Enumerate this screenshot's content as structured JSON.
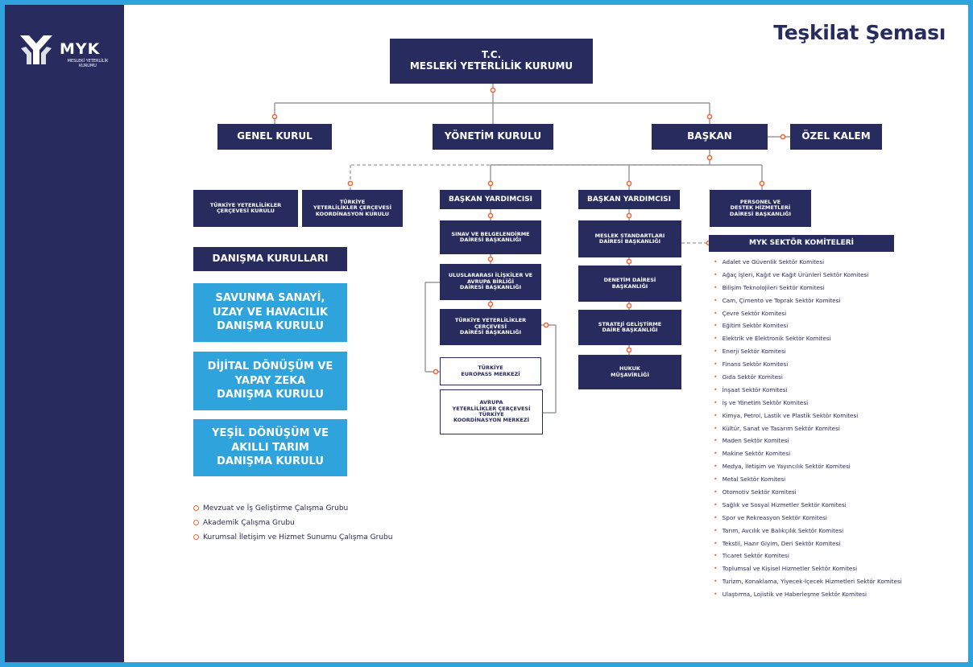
{
  "brand": {
    "name": "MYK",
    "subtitle": "MESLEKİ YETERLİLİK KURUMU"
  },
  "title": "Teşkilat Şeması",
  "colors": {
    "navy": "#272b5e",
    "accent_blue": "#2ea3dc",
    "connector_orange": "#f26b3a",
    "frame": "#2ea3dc"
  },
  "top": {
    "line1": "T.C.",
    "line2": "MESLEKİ YETERLİLİK KURUMU"
  },
  "level2": {
    "genel_kurul": "GENEL KURUL",
    "yonetim_kurulu": "YÖNETİM KURULU",
    "baskan": "BAŞKAN",
    "ozel_kalem": "ÖZEL KALEM"
  },
  "councils": {
    "tyc_kurulu": [
      "TÜRKİYE YETERLİLİKLER",
      "ÇERÇEVESİ KURULU"
    ],
    "tyc_koord": [
      "TÜRKİYE",
      "YETERLİLİKLER ÇERÇEVESİ",
      "KOORDİNASYON KURULU"
    ]
  },
  "advisory": {
    "header": "DANIŞMA KURULLARI",
    "boards": [
      [
        "SAVUNMA SANAYİ,",
        "UZAY VE HAVACILIK",
        "DANIŞMA KURULU"
      ],
      [
        "DİJİTAL DÖNÜŞÜM VE",
        "YAPAY ZEKA",
        "DANIŞMA KURULU"
      ],
      [
        "YEŞİL DÖNÜŞÜM VE",
        "AKILLI TARIM",
        "DANIŞMA KURULU"
      ]
    ]
  },
  "working_groups": [
    "Mevzuat ve İş Geliştirme Çalışma Grubu",
    "Akademik Çalışma Grubu",
    "Kurumsal İletişim ve Hizmet Sunumu Çalışma Grubu"
  ],
  "vp1": {
    "title": "BAŞKAN YARDIMCISI",
    "units": [
      [
        "SINAV VE BELGELENDİRME",
        "DAİRESİ BAŞKANLIĞI"
      ],
      [
        "ULUSLARARASI İLİŞKİLER VE",
        "AVRUPA BİRLİĞİ",
        "DAİRESİ BAŞKANLIĞI"
      ],
      [
        "TÜRKİYE YETERLİLİKLER",
        "ÇERÇEVESİ",
        "DAİRESİ BAŞKANLIĞI"
      ]
    ],
    "centers": [
      [
        "TÜRKİYE",
        "EUROPASS MERKEZİ"
      ],
      [
        "AVRUPA",
        "YETERLİLİKLER ÇERÇEVESİ",
        "TÜRKİYE",
        "KOORDİNASYON MERKEZİ"
      ]
    ]
  },
  "vp2": {
    "title": "BAŞKAN YARDIMCISI",
    "units": [
      [
        "MESLEK STANDARTLARI",
        "DAİRESİ BAŞKANLIĞI"
      ],
      [
        "DENETİM DAİRESİ",
        "BAŞKANLIĞI"
      ],
      [
        "STRATEJİ GELİŞTİRME",
        "DAİRE BAŞKANLIĞI"
      ],
      [
        "HUKUK",
        "MÜŞAVİRLİĞİ"
      ]
    ]
  },
  "personnel": [
    "PERSONEL VE",
    "DESTEK HİZMETLERİ",
    "DAİRESİ BAŞKANLIĞI"
  ],
  "sector_committees": {
    "header": "MYK SEKTÖR KOMİTELERİ",
    "items": [
      "Adalet ve Güvenlik Sektör Komitesi",
      "Ağaç İşleri, Kağıt ve Kağıt Ürünleri Sektör Komitesi",
      "Bilişim Teknolojileri Sektör Komitesi",
      "Cam, Çimento ve Toprak Sektör Komitesi",
      "Çevre Sektör Komitesi",
      "Eğitim Sektör Komitesi",
      "Elektrik ve Elektronik Sektör Komitesi",
      "Enerji Sektör Komitesi",
      "Finans Sektör Komitesi",
      "Gıda Sektör Komitesi",
      "İnşaat Sektör Komitesi",
      "İş ve Yönetim Sektör Komitesi",
      "Kimya, Petrol, Lastik ve Plastik Sektör Komitesi",
      "Kültür, Sanat ve Tasarım Sektör Komitesi",
      "Maden Sektör Komitesi",
      "Makine Sektör Komitesi",
      "Medya, İletişim ve Yayıncılık Sektör Komitesi",
      "Metal Sektör Komitesi",
      "Otomotiv Sektör Komitesi",
      "Sağlık ve Sosyal Hizmetler Sektör Komitesi",
      "Spor ve Rekreasyon Sektör Komitesi",
      "Tarım, Avcılık ve Balıkçılık Sektör Komitesi",
      "Tekstil, Hazır Giyim, Deri Sektör Komitesi",
      "Ticaret Sektör Komitesi",
      "Toplumsal ve Kişisel Hizmetler Sektör Komitesi",
      "Turizm, Konaklama, Yiyecek-İçecek Hizmetleri Sektör Komitesi",
      "Ulaştırma, Lojistik ve Haberleşme Sektör Komitesi"
    ]
  }
}
